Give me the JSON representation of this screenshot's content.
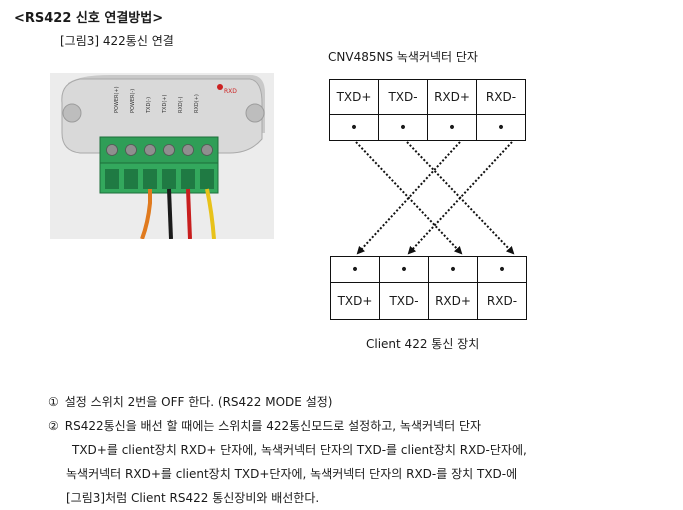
{
  "heading": "<RS422 신호 연결방법>",
  "caption": "[그림3] 422통신 연결",
  "photo": {
    "power_label": "POWER(+)",
    "pins": [
      "POWER(-)",
      "TXD(-)",
      "TXD(+)",
      "RXD(-)",
      "RXD(+)"
    ],
    "led_label": "RXD"
  },
  "diagram": {
    "top_title": "CNV485NS 녹색커넥터 단자",
    "top_labels": [
      "TXD+",
      "TXD-",
      "RXD+",
      "RXD-"
    ],
    "bottom_labels": [
      "TXD+",
      "TXD-",
      "RXD+",
      "RXD-"
    ],
    "bottom_title": "Client 422 통신 장치",
    "dot": "•"
  },
  "notes": [
    {
      "number": "①",
      "text": "설정 스위치 2번을 OFF 한다. (RS422 MODE 설정)"
    },
    {
      "number": "②",
      "text": "RS422통신을 배선 할 때에는 스위치를 422통신모드로 설정하고, 녹색커넥터 단자"
    },
    {
      "number": "",
      "text": "TXD+를 client장치 RXD+ 단자에, 녹색커넥터 단자의 TXD-를 client장치 RXD-단자에,"
    },
    {
      "number": "",
      "text": "녹색커넥터 RXD+를 client장치 TXD+단자에, 녹색커넥터 단자의 RXD-를 장치 TXD-에"
    },
    {
      "number": "",
      "text": "[그림3]처럼 Client RS422 통신장비와 배선한다."
    }
  ]
}
